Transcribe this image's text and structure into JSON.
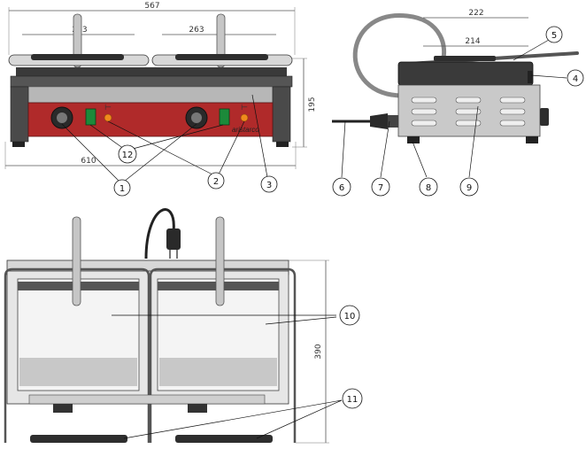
{
  "dimensions": {
    "top_width": "567",
    "bottom_width": "610",
    "left_plate": "263",
    "right_plate": "263",
    "height": "195",
    "side_top": "222",
    "side_inner": "214",
    "depth": "390"
  },
  "brand_text": "aristarco",
  "callouts": [
    "1",
    "2",
    "3",
    "4",
    "5",
    "6",
    "7",
    "8",
    "9",
    "10",
    "11",
    "12"
  ],
  "colors": {
    "body_red": "#b02a2a",
    "steel": "#b7b7b7",
    "dark": "#2e2e2e",
    "switch_green": "#1c8a3a",
    "lamp_orange": "#f08a1c"
  }
}
